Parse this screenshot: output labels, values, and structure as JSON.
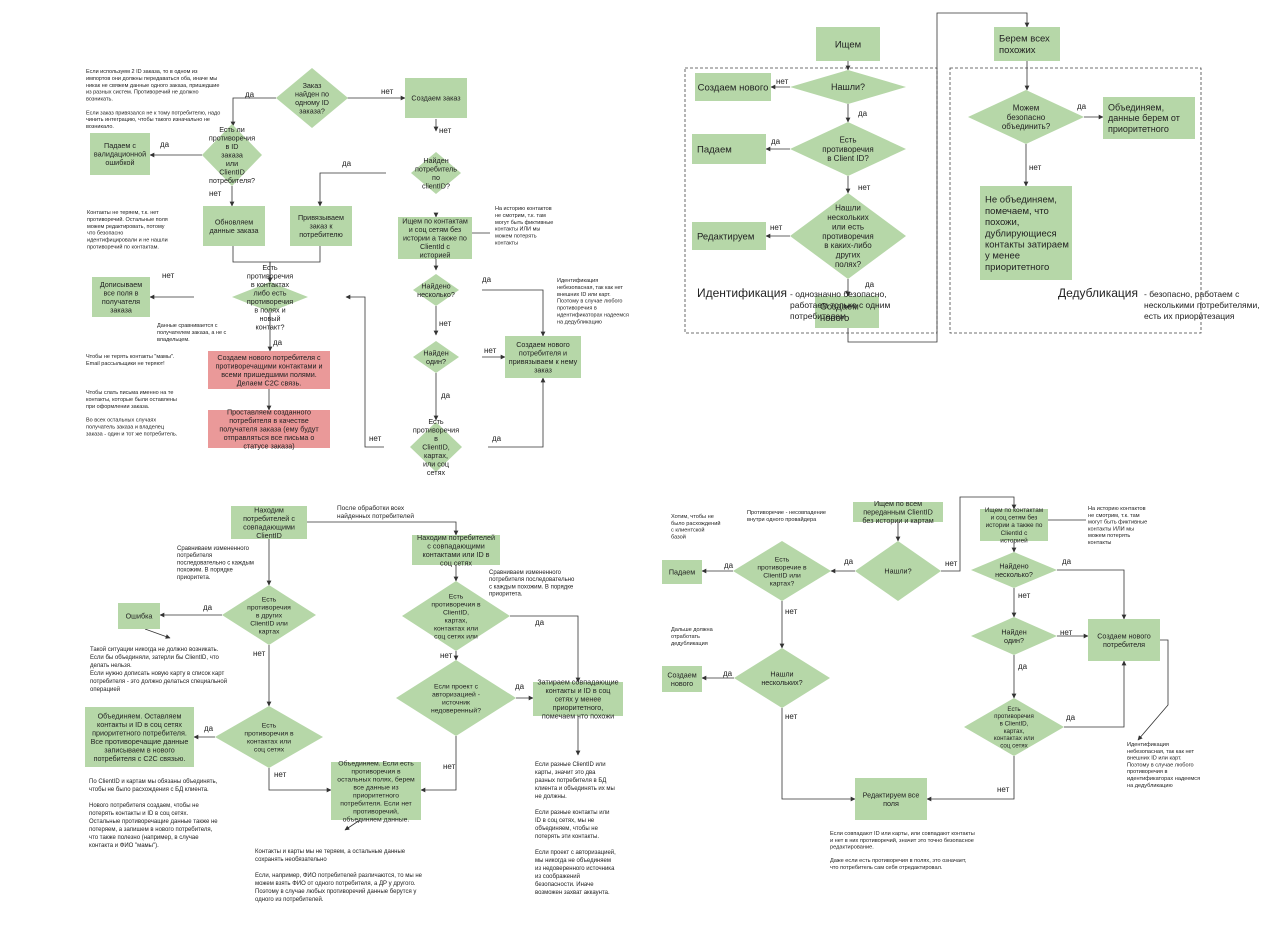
{
  "colors": {
    "green": "#b6d7a8",
    "red": "#ea9999",
    "line": "#333333",
    "text": "#222222"
  },
  "quadrant1": {
    "nodes": {
      "d_order_found": "Заказ найден по одному ID заказа?",
      "create_order": "Создаем заказ",
      "d_conflict_ids": "Есть ли противоречия в ID заказа или ClientID потребителя?",
      "fail_validation": "Падаем с валидационной ошибкой",
      "update_order": "Обновляем данные заказа",
      "attach_order": "Привязываем заказ к потребителю",
      "d_found_by_clientid": "Найден потребитель по clientID?",
      "search_contacts": "Ищем по контактам и соц сетям без истории а также по ClientId с историей",
      "d_found_several": "Найдено несколько?",
      "d_found_one": "Найден один?",
      "create_attach": "Создаем нового потребителя и привязываем к нему заказ",
      "d_conflict_ids2": "Есть противоречия в ClientID, картах, или соц сетях",
      "d_conflict_contacts": "Есть противоречия в контактах либо есть противоречия в полях и новый контакт?",
      "fill_fields": "Дописываем все поля в получателя заказа",
      "create_conflict_consumer": "Создаем нового потребителя с противоречащими контактами и всеми пришедшими полями. Делаем C2C связь.",
      "set_recipient": "Проставляем созданного потребителя в качестве получателя заказа (ему будут отправляться все письма о статусе заказа)"
    },
    "labels": {
      "yes": "да",
      "no": "нет"
    },
    "notes": {
      "two_ids": [
        "Если используем 2 ID заказа, то в одном из",
        "импортов они должны передаваться оба, иначе мы",
        "никак не свяжем данные одного заказа, пришедшие",
        "из разных систем. Противоречий не должно",
        "возникать.",
        "",
        "Если заказ привязался не к тому потребителю, надо",
        "чинить интеграцию, чтобы такого изначально не",
        "возникало."
      ],
      "contacts_not_lost": [
        "Контакты не теряем, т.к. нет",
        "противоречий. Остальные поля",
        "можем редактировать, потому",
        "что безопасно",
        "идентифицировали и не нашли",
        "противоречий по контактам."
      ],
      "no_history": [
        "На историю контактов",
        "не смотрим, т.к. там",
        "могут быть фиктивные",
        "контакты ИЛИ мы",
        "можем потерять",
        "контакты"
      ],
      "identification_unsafe": [
        "Идентификация",
        "небезопасная, так как нет",
        "внешних ID или карт.",
        "Поэтому в случае любого",
        "противоречия в",
        "идентификаторах надеемся",
        "на дедубликацию"
      ],
      "data_compared": [
        "Данные сравнивается с",
        "получателем заказа, а не с",
        "владельцем."
      ],
      "mom_contacts": [
        "Чтобы не терять контакты \"мамы\".",
        "Email рассыльщики не теряют!"
      ],
      "send_letters": [
        "Чтобы слать письма именно на те",
        "контакты, которые были оставлены",
        "при оформлении заказа.",
        "",
        "Во всех остальных случаях",
        "получатель заказа и владелец",
        "заказа - один и тот же потребитель."
      ]
    }
  },
  "quadrant2": {
    "nodes": {
      "search": "Ищем",
      "d_found": "Нашли?",
      "create_new1": "Создаем нового",
      "d_conflict_clientid": "Есть противоречия в Client ID?",
      "fail": "Падаем",
      "d_found_several": "Нашли нескольких или есть противоречия в каких-либо других полях?",
      "edit": "Редактируем",
      "create_new2": "Создаем нового",
      "take_all_similar": "Берем всех похожих",
      "d_can_merge": "Можем безопасно объединить?",
      "merge_priority": "Объединяем, данные берем от приоритетного",
      "no_merge": "Не объединяем, помечаем, что похожи, дублирующиеся контакты затираем у менее приоритетного"
    },
    "labels": {
      "yes": "да",
      "no": "нет"
    },
    "identification_title": "Идентификация",
    "identification_desc": [
      "- однозначно безопасно,",
      "работаем только с одним",
      "потребителем"
    ],
    "dedup_title": "Дедубликация",
    "dedup_desc": [
      "- безопасно, работаем с",
      "несколькими потребителями,",
      "есть их приоритезация"
    ]
  },
  "quadrant3": {
    "nodes": {
      "find_matching_clientid": "Находим потребителей с совпадающими ClientID",
      "find_matching_contacts": "Находим потребителей с совпадающими контактами или ID в соц сетях",
      "d_conflict_other_clientid": "Есть противоречия в других ClientID или картах",
      "error": "Ошибка",
      "d_conflict_contacts_social": "Есть противоречия в контактах или соц сетях",
      "merge_keep_contacts": "Объединяем. Оставляем контакты и ID в соц сетях приоритетного потребителя. Все противоречащие данные записываем в нового потребителя с C2C связью.",
      "d_conflict_clientid_cards": "Есть противоречия в ClientID, картах, контактах или соц сетях или",
      "d_auth_unreliable": "Если проект с авторизацией - источник недоверенный?",
      "overwrite_matching": "Затираем совпадающие контакты и ID в соц сетях у менее приоритетного, помечаем что похожи",
      "merge_priority_data": "Объединяем. Если есть противоречия в остальных полях, берем все данные из приоритетного потребителя. Если нет противоречий, объединяем данные."
    },
    "labels": {
      "yes": "да",
      "no": "нет"
    },
    "notes": {
      "after_processing": [
        "После обработки всех",
        "найденных потребителей"
      ],
      "compare_changed1": [
        "Сравниваем измененного",
        "потребителя",
        "последовательно с каждым",
        "похожим. В порядке",
        "приоритета."
      ],
      "compare_changed2": [
        "Сравниваем измененного",
        "потребителя последовательно",
        "с каждым похожим. В порядке",
        "приоритета."
      ],
      "never_happen": [
        "Такой ситуации никогда не должно возникать.",
        "Если бы объединяли, затерли бы ClientID, что",
        "делать нельзя.",
        "Если нужно дописать новую карту в список карт",
        "потребителя - это должно делаться специальной",
        "операцией"
      ],
      "must_merge": [
        "По ClientID и картам мы обязаны объединять,",
        "чтобы не было расхождения с БД клиента.",
        "",
        "Нового потребителя создаем, чтобы не",
        "потерять контакты и ID в соц сетях.",
        "Остальные противоречащие данные также не",
        "потеряем, а запишем в нового потребителя,",
        "что также полезно (например, в случае",
        "контакта и ФИО \"мамы\")."
      ],
      "contacts_cards": [
        "Контакты и карты мы не теряем, а остальные данные",
        "сохранять необязательно",
        "",
        "Если, например, ФИО потребителей различаются, то мы не",
        "можем взять ФИО от одного потребителя, а ДР у другого.",
        "Поэтому в случае любых противоречий данные берутся у",
        "одного из потребителей."
      ],
      "different_clientid": [
        "Если разные ClientID или",
        "карты, значит это два",
        "разных потребителя в БД",
        "клиента и объединять их мы",
        "не должны.",
        "",
        "Если разные контакты или",
        "ID в соц сетях, мы не",
        "объединяем, чтобы не",
        "потерять эти контакты.",
        "",
        "Если проект с авторизацией,",
        "мы никогда не объединяем",
        "из недоверенного источника",
        "из соображений",
        "безопасности. Иначе",
        "возможен захват аккаунта."
      ]
    }
  },
  "quadrant4": {
    "nodes": {
      "search_all_clientid": "Ищем по всем переданным ClientID без истории и картам",
      "d_found": "Нашли?",
      "d_conflict_clientid_cards": "Есть противоречие в ClientID или картах?",
      "fail": "Падаем",
      "d_found_several": "Нашли нескольких?",
      "create_new": "Создаем нового",
      "search_contacts": "Ищем по контактам и соц сетям без истории а также по ClientId с историей",
      "d_found_several2": "Найдено несколько?",
      "d_found_one": "Найден один?",
      "create_consumer": "Создаем нового потребителя",
      "d_conflict_clientid_cards2": "Есть противоречия в ClientID, картах, контактах или соц сетях",
      "edit_all_fields": "Редактируем все поля"
    },
    "labels": {
      "yes": "да",
      "no": "нет"
    },
    "notes": {
      "no_conflicts": [
        "Хотим, чтобы не",
        "было расхождений",
        "с клиентской",
        "базой"
      ],
      "conflict_def": [
        "Противоречие - несовпадение",
        "внутри одного провайдера"
      ],
      "dedup_next": [
        "Дальше должна",
        "отработать",
        "дедубликация"
      ],
      "no_history": [
        "На историю контактов",
        "не смотрим, т.к. там",
        "могут быть фиктивные",
        "контакты ИЛИ мы",
        "можем потерять",
        "контакты"
      ],
      "identification_unsafe": [
        "Идентификация",
        "небезопасная, так как нет",
        "внешних ID или карт.",
        "Поэтому в случае любого",
        "противоречия в",
        "идентификаторах надеемся",
        "на дедубликацию"
      ],
      "match_ids": [
        "Если совпадают ID или карты, или совпадают контакты",
        "и нет в них противоречий, значит это точно безопасное",
        "редактирование.",
        "",
        "Даже если есть противоречия в полях, это означает,",
        "что потребитель сам себя отредактировал."
      ]
    }
  }
}
